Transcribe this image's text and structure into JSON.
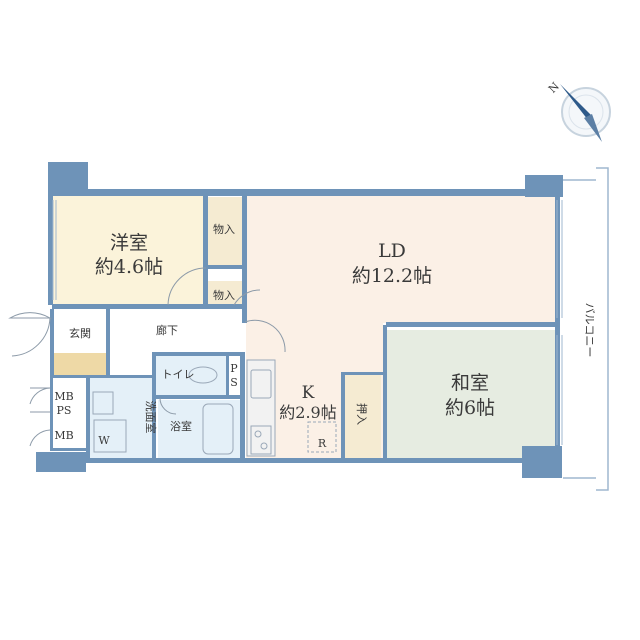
{
  "floorplan": {
    "compass": {
      "north_label": "N"
    },
    "rooms": {
      "western_room": {
        "name": "洋室",
        "area": "約4.6帖"
      },
      "storage_upper": "物入",
      "storage_lower": "物入",
      "ld": {
        "name": "LD",
        "area": "約12.2帖"
      },
      "kitchen": {
        "name": "K",
        "area": "約2.9帖"
      },
      "kitchen_r": "R",
      "oshiire": "押入",
      "japanese_room": {
        "name": "和室",
        "area": "約6帖"
      },
      "entrance": "玄関",
      "hallway": "廊下",
      "toilet": "トイレ",
      "ps_p": "P",
      "ps_s": "S",
      "washroom": "洗面室",
      "washer": "W",
      "bathroom": "浴室",
      "mbps_1": "MB",
      "mbps_2": "PS",
      "mb": "MB",
      "balcony": "バルコニー"
    },
    "colors": {
      "wall": "#6e93b8",
      "western_room": "#fbf3da",
      "ld": "#fbf0e6",
      "japanese_room": "#e6ece1",
      "wet_area": "#e4f0f8",
      "storage": "#f5ebd2",
      "entrance_floor": "#eed9a6"
    }
  }
}
